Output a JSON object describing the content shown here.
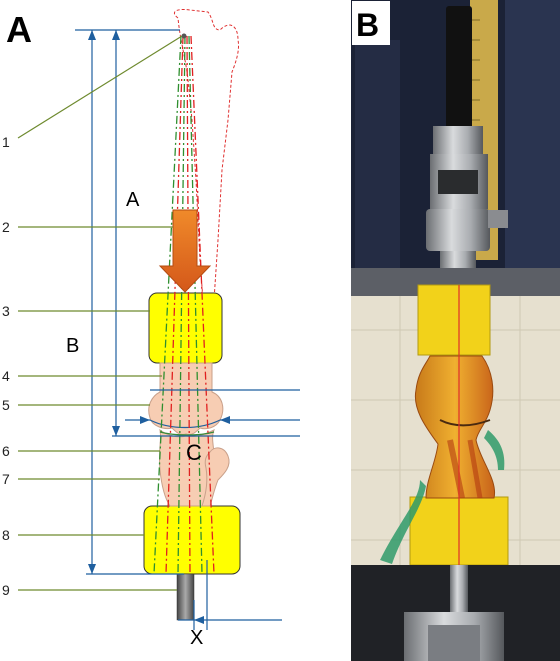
{
  "panels": {
    "left": {
      "letter": "A"
    },
    "right": {
      "letter": "B"
    }
  },
  "diagram": {
    "numbers": [
      "1",
      "2",
      "3",
      "4",
      "5",
      "6",
      "7",
      "8",
      "9"
    ],
    "dimension_labels": {
      "a": "A",
      "b": "B",
      "c": "C",
      "x": "X"
    }
  },
  "colors": {
    "label_line": "#6e8a2e",
    "dimension_line": "#1f5f9f",
    "clamp": "#ffff00",
    "bone": "#f7cdb3",
    "arrow": "#e8731c",
    "axis_red": "#e02020",
    "axis_green": "#2f8f2f",
    "photo_bg": "#1a1f2a",
    "clamp_photo": "#f2d21a"
  }
}
